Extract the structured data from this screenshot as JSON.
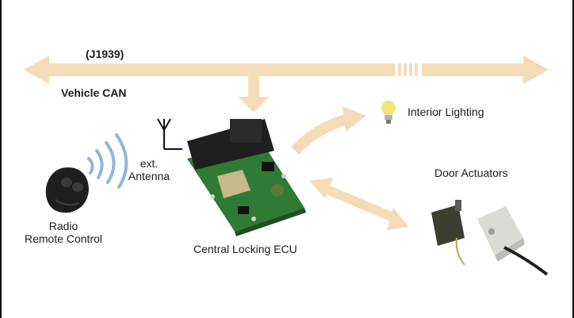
{
  "diagram": {
    "bus_protocol": "(J1939)",
    "bus_name": "Vehicle CAN",
    "antenna_label": [
      "ext.",
      "Antenna"
    ],
    "remote_label": [
      "Radio",
      "Remote Control"
    ],
    "ecu_label": "Central Locking ECU",
    "lighting_label": "Interior Lighting",
    "actuators_label": "Door Actuators"
  },
  "colors": {
    "arrow": "#f5dcb9",
    "pcb_green": "#2f7a34",
    "connector": "#1f1f1f",
    "radio_waves": "#8fb6dd",
    "bulb": "#f4e27a"
  }
}
